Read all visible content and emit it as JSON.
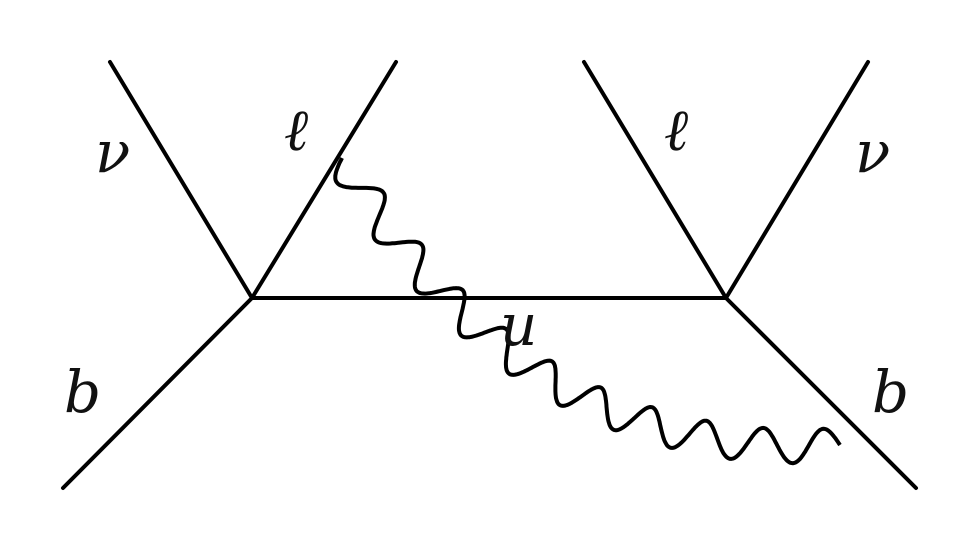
{
  "labels": {
    "nu_left": "ν",
    "ell_left": "ℓ",
    "b_left": "b",
    "ell_right": "ℓ",
    "nu_right": "ν",
    "b_right": "b",
    "u": "u"
  }
}
